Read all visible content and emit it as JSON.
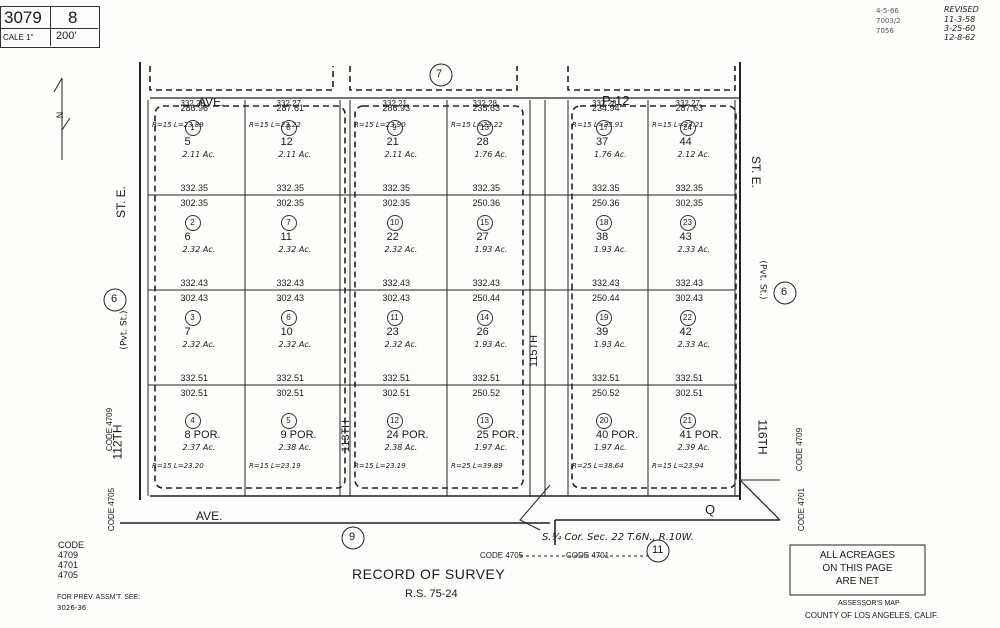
{
  "header": {
    "book_page": "3079",
    "sheet": "8",
    "scale_label": "CALE 1\"",
    "scale_value": "200'",
    "dates": [
      "4-5-66",
      "7003/2",
      "7056"
    ],
    "revised_title": "REVISED",
    "revised_dates": [
      "11-3-58",
      "3-25-60",
      "12-8-62"
    ]
  },
  "map": {
    "north_label": "N",
    "streets": {
      "top_left": "AVE.",
      "top_right": "P-12",
      "bottom_left": "AVE.",
      "bottom_right": "Q",
      "st_112": "112TH",
      "st_e_left": "ST. E.",
      "st_113": "113TH",
      "st_115": "115TH",
      "st_116": "116TH",
      "st_e_right": "ST. E."
    },
    "circled_map_numbers": [
      "7",
      "6",
      "6",
      "9",
      "11"
    ],
    "codes": {
      "left_vertical": "CODE 4709",
      "left_bottom": "CODE 4705",
      "right_top": "CODE 4709",
      "right_bottom": "CODE 4701",
      "bottom_center_left": "CODE 4705",
      "bottom_center_right": "CODE 4701"
    },
    "section_note": "S.¼ Cor. Sec. 22  T.6N., R.10W.",
    "pvt_label": "(Pvt. St.)",
    "row_dims": [
      "332.35",
      "302.35",
      "332.43",
      "302.43",
      "332.51",
      "302.51"
    ],
    "top_dims": [
      "332.28",
      "332.27",
      "332.21",
      "332.28",
      "332.28",
      "332.27"
    ],
    "curve_top": [
      "R=15 L=23.89",
      "R=15 L=23.22",
      "R=15 L=23.90",
      "R=15 L=23.22",
      "R=15 L=23.91",
      "R=15 L=23.21"
    ],
    "curve_bottom": [
      "R=15 L=23.20",
      "R=15 L=23.19",
      "R=15 L=23.19",
      "R=25 L=39.89",
      "R=25 L=38.64",
      "R=15 L=23.94"
    ],
    "parcels": [
      {
        "circle": "1",
        "num": "5",
        "acres": "2.11 Ac.",
        "top": "286.96"
      },
      {
        "circle": "8",
        "num": "12",
        "acres": "2.11 Ac.",
        "top": "287.61"
      },
      {
        "circle": "9",
        "num": "21",
        "acres": "2.11 Ac.",
        "top": "286.93"
      },
      {
        "circle": "13",
        "num": "28",
        "acres": "1.76 Ac.",
        "top": "235.63"
      },
      {
        "circle": "17",
        "num": "37",
        "acres": "1.76 Ac.",
        "top": "234.94"
      },
      {
        "circle": "24",
        "num": "44",
        "acres": "2.12 Ac.",
        "top": "287.63"
      },
      {
        "circle": "2",
        "num": "6",
        "acres": "2.32 Ac.",
        "top": "302.35"
      },
      {
        "circle": "7",
        "num": "11",
        "acres": "2.32 Ac.",
        "top": "302.35"
      },
      {
        "circle": "10",
        "num": "22",
        "acres": "2.32 Ac.",
        "top": "302.35"
      },
      {
        "circle": "15",
        "num": "27",
        "acres": "1.93 Ac.",
        "top": "250.36"
      },
      {
        "circle": "18",
        "num": "38",
        "acres": "1.93 Ac.",
        "top": "250.36"
      },
      {
        "circle": "23",
        "num": "43",
        "acres": "2.33 Ac.",
        "top": "302.35"
      },
      {
        "circle": "3",
        "num": "7",
        "acres": "2.32 Ac.",
        "top": "302.43"
      },
      {
        "circle": "6",
        "num": "10",
        "acres": "2.32 Ac.",
        "top": "302.43"
      },
      {
        "circle": "11",
        "num": "23",
        "acres": "2.32 Ac.",
        "top": "302.43"
      },
      {
        "circle": "14",
        "num": "26",
        "acres": "1.93 Ac.",
        "top": "250.44"
      },
      {
        "circle": "19",
        "num": "39",
        "acres": "1.93 Ac.",
        "top": "250.44"
      },
      {
        "circle": "22",
        "num": "42",
        "acres": "2.33 Ac.",
        "top": "302.43"
      },
      {
        "circle": "4",
        "num": "8 POR.",
        "acres": "2.37 Ac.",
        "top": "302.51"
      },
      {
        "circle": "5",
        "num": "9 POR.",
        "acres": "2.38 Ac.",
        "top": "302.51"
      },
      {
        "circle": "12",
        "num": "24 POR.",
        "acres": "2.38 Ac.",
        "top": "302.51"
      },
      {
        "circle": "13",
        "num": "25 POR.",
        "acres": "1.97 Ac.",
        "top": "250.52"
      },
      {
        "circle": "20",
        "num": "40 POR.",
        "acres": "1.97 Ac.",
        "top": "250.52"
      },
      {
        "circle": "21",
        "num": "41 POR.",
        "acres": "2.39 Ac.",
        "top": "302.51"
      }
    ]
  },
  "legend": {
    "code_title": "CODE",
    "codes": [
      "4709",
      "4701",
      "4705"
    ],
    "prev_assmt": "FOR PREV. ASSM'T. SEE:",
    "prev_ref": "3026-36",
    "record_title": "RECORD OF SURVEY",
    "record_ref": "R.S. 75-24",
    "acreage_note": [
      "ALL ACREAGES",
      "ON THIS PAGE",
      "ARE NET"
    ],
    "footer_1": "ASSESSOR'S MAP",
    "footer_2": "COUNTY OF LOS ANGELES, CALIF."
  }
}
